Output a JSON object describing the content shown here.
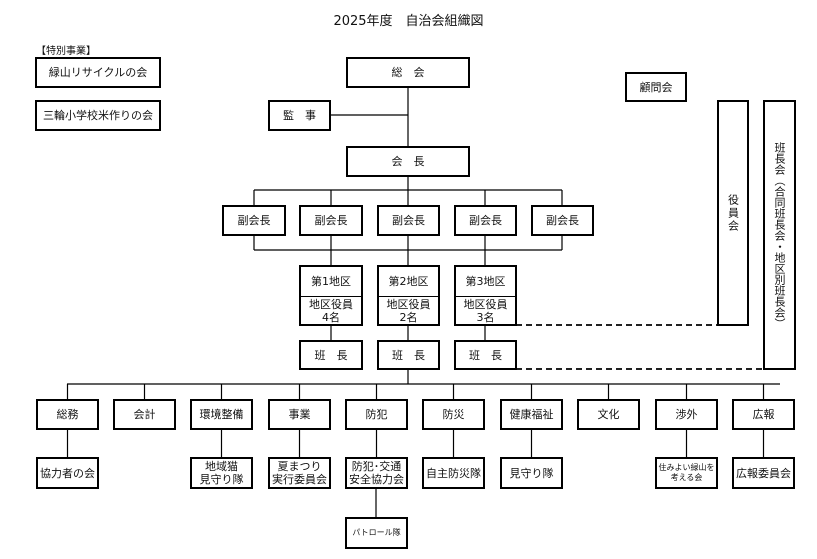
{
  "title": "2025年度　自治会組織図",
  "special": {
    "label": "【特別事業】",
    "items": [
      "緑山リサイクルの会",
      "三輪小学校米作りの会"
    ]
  },
  "top": {
    "general": "総　会",
    "auditor": "監　事",
    "president": "会　長",
    "advisor": "顧問会",
    "officers": "役員会",
    "leaders": "班長会（合同班長会・地区別班長会）"
  },
  "vice": [
    "副会長",
    "副会長",
    "副会長",
    "副会長",
    "副会長"
  ],
  "districts": [
    {
      "name": "第1地区",
      "officers": "地区役員\n4名",
      "leader": "班　長"
    },
    {
      "name": "第2地区",
      "officers": "地区役員\n2名",
      "leader": "班　長"
    },
    {
      "name": "第3地区",
      "officers": "地区役員\n3名",
      "leader": "班　長"
    }
  ],
  "departments": [
    {
      "name": "総務",
      "sub": "協力者の会"
    },
    {
      "name": "会計",
      "sub": null
    },
    {
      "name": "環境整備",
      "sub": "地域猫\n見守り隊"
    },
    {
      "name": "事業",
      "sub": "夏まつり\n実行委員会"
    },
    {
      "name": "防犯",
      "sub": "防犯･交通\n安全協力会",
      "sub2": "パトロール隊"
    },
    {
      "name": "防災",
      "sub": "自主防災隊"
    },
    {
      "name": "健康福祉",
      "sub": "見守り隊"
    },
    {
      "name": "文化",
      "sub": null
    },
    {
      "name": "渉外",
      "sub": "住みよい緑山を\n考える会"
    },
    {
      "name": "広報",
      "sub": "広報委員会"
    }
  ]
}
